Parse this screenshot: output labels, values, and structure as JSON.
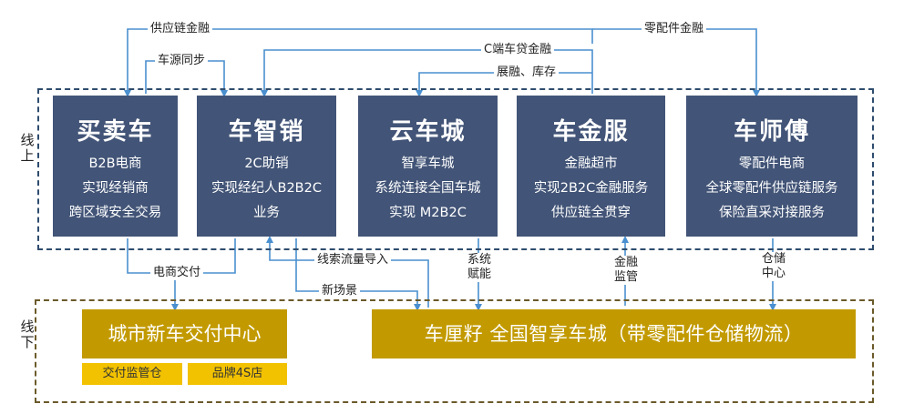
{
  "regions": {
    "online_label": "线上",
    "offline_label": "线下"
  },
  "platforms": [
    {
      "title": "买卖车",
      "lines": [
        "B2B电商",
        "实现经销商",
        "跨区域安全交易"
      ]
    },
    {
      "title": "车智销",
      "lines": [
        "2C助销",
        "实现经纪人B2B2C",
        "业务"
      ]
    },
    {
      "title": "云车城",
      "lines": [
        "智享车城",
        "系统连接全国车城",
        "实现 M2B2C"
      ]
    },
    {
      "title": "车金服",
      "lines": [
        "金融超市",
        "实现2B2C金融服务",
        "供应链全贯穿"
      ]
    },
    {
      "title": "车师傅",
      "lines": [
        "零配件电商",
        "全球零配件供应链服务",
        "保险直采对接服务"
      ]
    }
  ],
  "top_links": {
    "supply_chain_finance": "供应链金融",
    "parts_finance": "零配件金融",
    "car_source_sync": "车源同步",
    "c_end_loan": "C端车贷金融",
    "exhibition_inventory": "展融、库存"
  },
  "bottom_links": {
    "ecommerce_delivery": "电商交付",
    "lead_traffic": "线索流量导入",
    "new_scene": "新场景",
    "system_empower": [
      "系统",
      "赋能"
    ],
    "finance_supervision": [
      "金融",
      "监管"
    ],
    "warehouse_center": [
      "仓储",
      "中心"
    ]
  },
  "offline": {
    "city_center": {
      "title": "城市新车交付中心",
      "subs": [
        "交付监管仓",
        "品牌4S店"
      ]
    },
    "national_city": {
      "title": "车厘籽 全国智享车城（带零配件仓储物流）"
    }
  },
  "colors": {
    "block": "#425477",
    "arrow": "#4a8fcf",
    "gold": "#c29a00",
    "gold_light": "#f2c200"
  }
}
